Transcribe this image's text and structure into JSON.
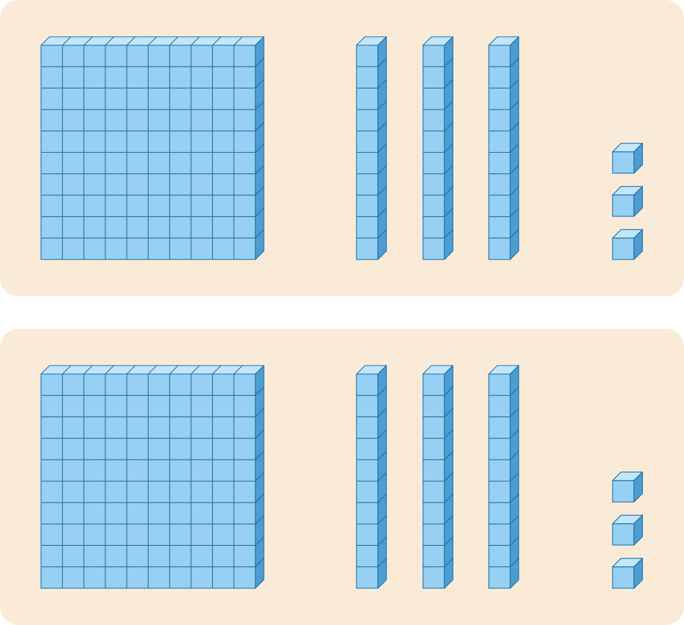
{
  "colors": {
    "panel_fill": "#FAEBD9",
    "cube_front": "#97D0F2",
    "cube_top": "#C3E6FA",
    "cube_side": "#4E9DD0",
    "cube_stroke": "#1B6FAB"
  },
  "panels": [
    {
      "hundreds": 1,
      "tens": 3,
      "ones": 3
    },
    {
      "hundreds": 1,
      "tens": 3,
      "ones": 3
    }
  ]
}
